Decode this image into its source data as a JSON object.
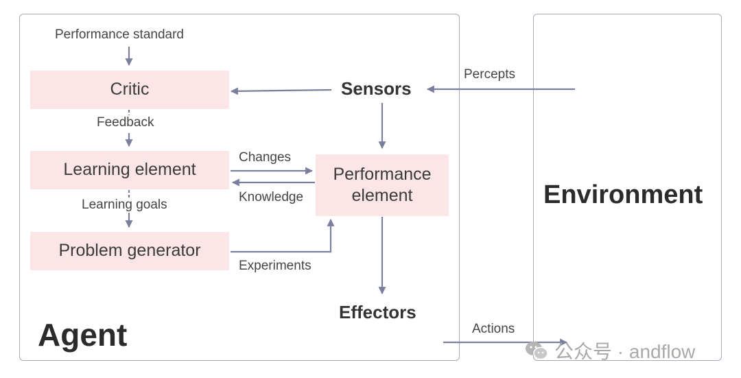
{
  "labels": {
    "performance_standard": "Performance standard",
    "feedback": "Feedback",
    "learning_goals": "Learning goals",
    "changes": "Changes",
    "knowledge": "Knowledge",
    "experiments": "Experiments",
    "percepts": "Percepts",
    "actions": "Actions"
  },
  "boxes": {
    "critic": "Critic",
    "learning_element": "Learning element",
    "problem_generator": "Problem generator",
    "performance_element": "Performance element"
  },
  "nodes": {
    "sensors": "Sensors",
    "effectors": "Effectors"
  },
  "frames": {
    "agent": "Agent",
    "environment": "Environment"
  },
  "watermark": {
    "text": "公众号 · andflow",
    "icon": "wechat-icon"
  },
  "colors": {
    "arrow": "#7b7f9e",
    "box_fill": "#fbe5e7",
    "frame_border": "#a7a8c0"
  }
}
